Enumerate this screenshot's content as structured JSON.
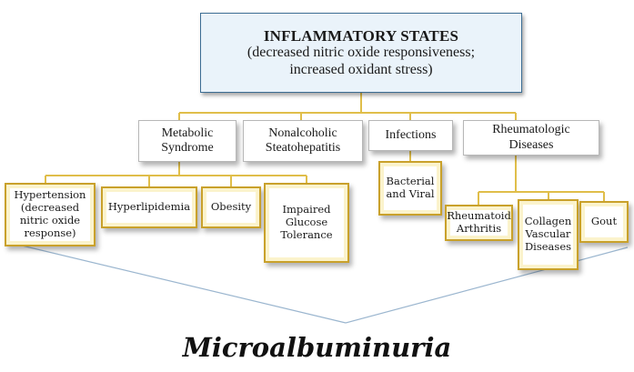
{
  "root": {
    "title": "INFLAMMATORY STATES",
    "subtitle": "(decreased nitric oxide responsiveness;\nincreased oxidant stress)"
  },
  "categories": [
    {
      "id": "metabolic",
      "label": "Metabolic\nSyndrome"
    },
    {
      "id": "nash",
      "label": "Nonalcoholic\nSteatohepatitis"
    },
    {
      "id": "infections",
      "label": "Infections"
    },
    {
      "id": "rheum",
      "label": "Rheumatologic\nDiseases"
    }
  ],
  "conditions": [
    {
      "id": "hypertension",
      "label": "Hypertension\n(decreased\nnitric oxide\nresponse)"
    },
    {
      "id": "hyperlipidemia",
      "label": "Hyperlipidemia"
    },
    {
      "id": "obesity",
      "label": "Obesity"
    },
    {
      "id": "glucose",
      "label": "Impaired Glucose\nTolerance"
    },
    {
      "id": "bacterial",
      "label": "Bacterial\nand Viral"
    },
    {
      "id": "ra",
      "label": "Rheumatoid\nArthritis"
    },
    {
      "id": "collagen",
      "label": "Collagen\nVascular\nDiseases"
    },
    {
      "id": "gout",
      "label": "Gout"
    }
  ],
  "outcome": "Microalbuminuria",
  "colors": {
    "root_fill": "#eaf3fa",
    "root_border": "#3c6d93",
    "category_border": "#b7b7b7",
    "condition_border": "#c9a12b",
    "connector": "#e0be4a",
    "funnel": "#9bb6cf"
  }
}
